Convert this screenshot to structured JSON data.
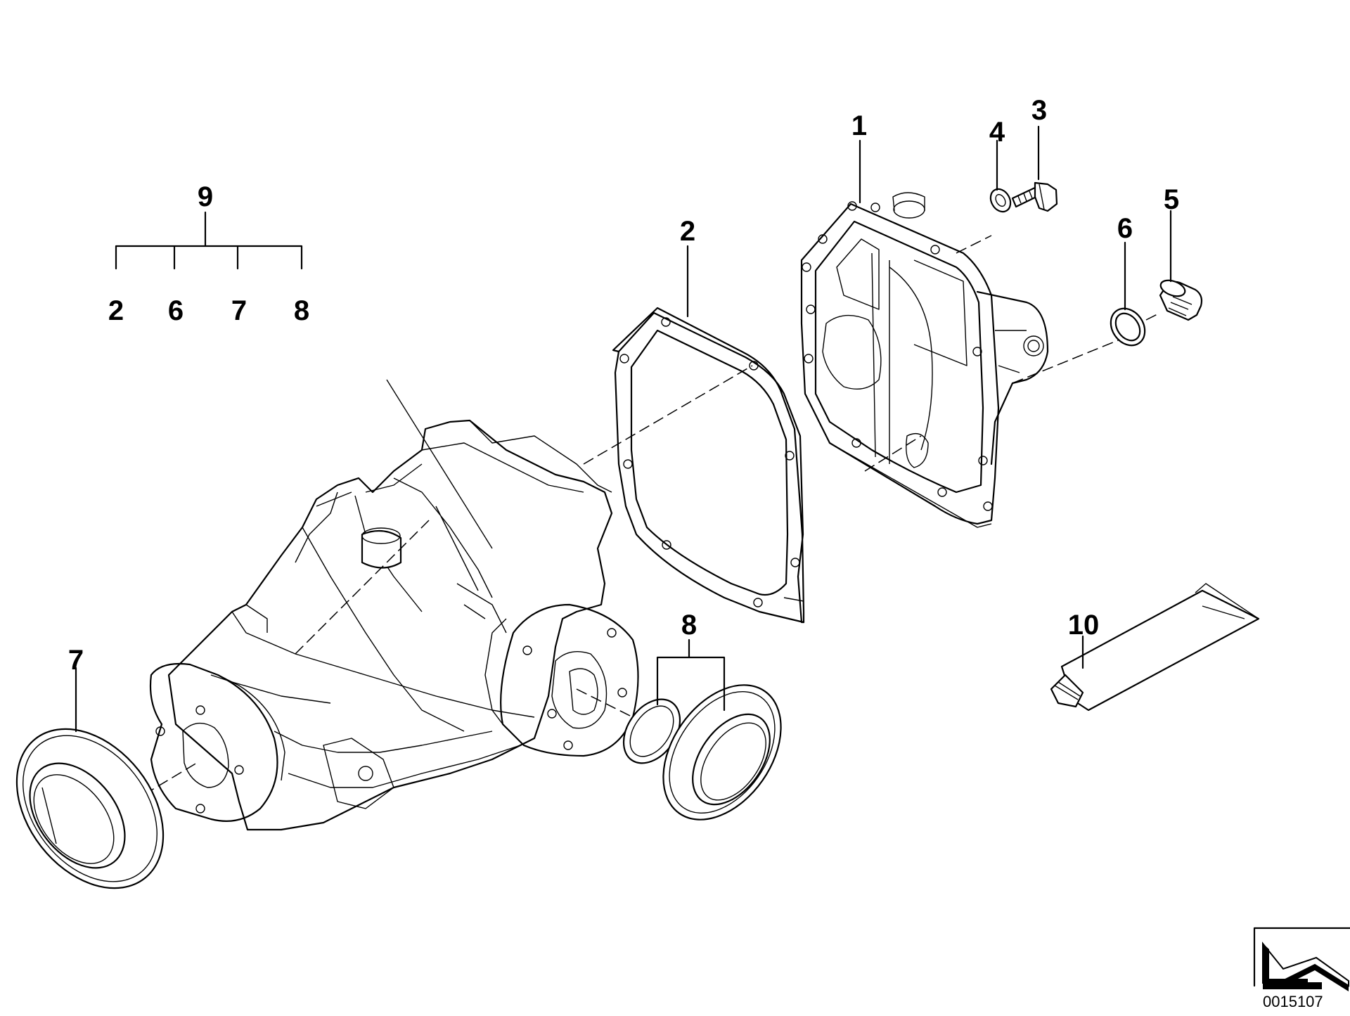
{
  "diagram": {
    "callouts": {
      "part_1": "1",
      "part_2": "2",
      "part_3": "3",
      "part_4": "4",
      "part_5": "5",
      "part_6": "6",
      "part_7": "7",
      "part_8": "8",
      "part_10": "10"
    },
    "kit": {
      "label": "9",
      "members": [
        "2",
        "6",
        "7",
        "8"
      ]
    },
    "reference_number": "0015107"
  }
}
